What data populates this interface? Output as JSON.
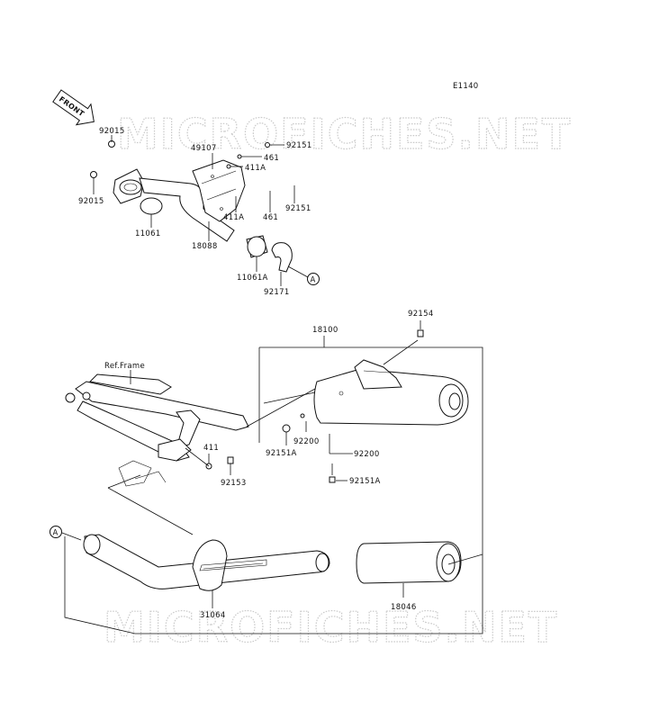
{
  "diagram": {
    "code": "E1140",
    "front_label": "FRONT",
    "ref_frame_label": "Ref.Frame",
    "callout_letter": "A",
    "watermark": "MICROFICHES.NET",
    "parts": {
      "p92015_top": "92015",
      "p92015_bottom": "92015",
      "p49107": "49107",
      "p92151_top": "92151",
      "p461_top": "461",
      "p411A_top": "411A",
      "p411A_bottom": "411A",
      "p461_bottom": "461",
      "p92151_bottom": "92151",
      "p11061": "11061",
      "p18088": "18088",
      "p11061A": "11061A",
      "p92171": "92171",
      "p92154": "92154",
      "p18100": "18100",
      "p92200_a": "92200",
      "p92151A_a": "92151A",
      "p92200_b": "92200",
      "p92151A_b": "92151A",
      "p411": "411",
      "p92153": "92153",
      "p31064": "31064",
      "p18046": "18046"
    }
  }
}
